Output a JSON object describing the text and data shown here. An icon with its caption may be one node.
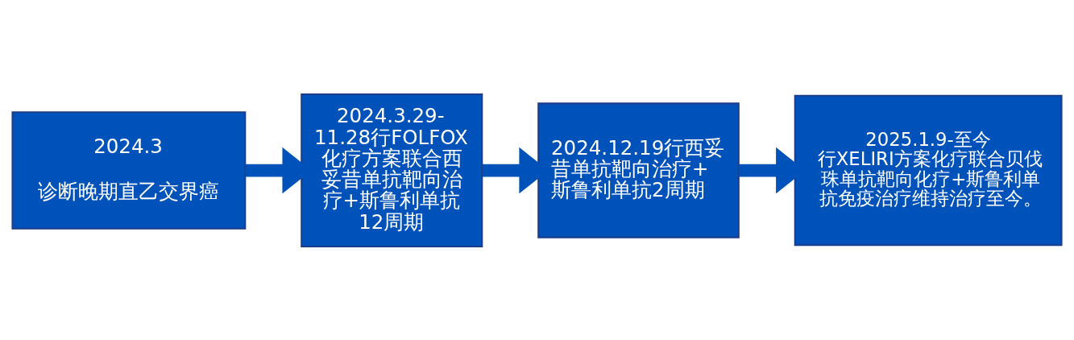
{
  "diagram": {
    "nodes": [
      {
        "text": [
          "2024.3",
          "诊断晚期直乙交界癌"
        ]
      },
      {
        "text": [
          "2024.3.29-11.28行FOLFOX化疗方案联合西妥昔单抗靶向治疗+斯鲁利单抗12周期"
        ]
      },
      {
        "text": [
          "2024.12.19行西妥昔单抗靶向治疗+斯鲁利单抗2周期"
        ]
      },
      {
        "text": [
          "2025.1.9-至今",
          "行XELIRI方案化疗联合贝伐珠单抗靶向化疗+斯鲁利单抗免疫治疗维持治疗至今。"
        ]
      }
    ],
    "edges": [
      {
        "from": 0,
        "to": 1,
        "arrow": "to"
      },
      {
        "from": 1,
        "to": 2,
        "arrow": "to"
      },
      {
        "from": 2,
        "to": 3,
        "arrow": "to"
      }
    ]
  }
}
